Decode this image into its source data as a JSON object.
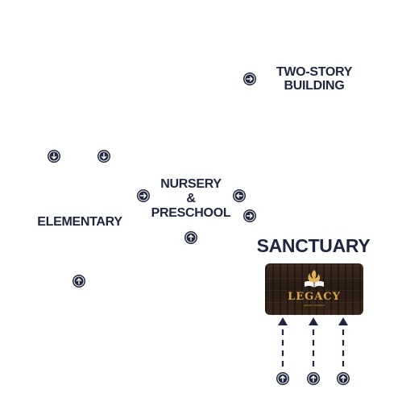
{
  "labels": {
    "two_story_line1": "TWO-STORY",
    "two_story_line2": "BUILDING",
    "nursery_line1": "NURSERY",
    "nursery_line2": "&",
    "nursery_line3": "PRESCHOOL",
    "elementary": "ELEMENTARY",
    "sanctuary": "SANCTUARY"
  },
  "logo": {
    "wordmark": "LEGACY",
    "tagline": "LEGACY CHURCH"
  },
  "colors": {
    "text": "#21263f",
    "icon_fill": "#21263f",
    "icon_arrow": "#ffffff",
    "logo_gold": "#d9a74a"
  },
  "icons": [
    {
      "name": "arrow-right-icon",
      "direction": "right"
    },
    {
      "name": "arrow-down-icon",
      "direction": "down"
    },
    {
      "name": "arrow-down-icon",
      "direction": "down"
    },
    {
      "name": "arrow-right-icon",
      "direction": "right"
    },
    {
      "name": "arrow-left-icon",
      "direction": "left"
    },
    {
      "name": "arrow-right-icon",
      "direction": "right"
    },
    {
      "name": "arrow-up-icon",
      "direction": "up"
    },
    {
      "name": "arrow-up-icon",
      "direction": "up"
    },
    {
      "name": "arrow-up-icon",
      "direction": "up"
    },
    {
      "name": "arrow-up-icon",
      "direction": "up"
    },
    {
      "name": "arrow-up-icon",
      "direction": "up"
    }
  ]
}
